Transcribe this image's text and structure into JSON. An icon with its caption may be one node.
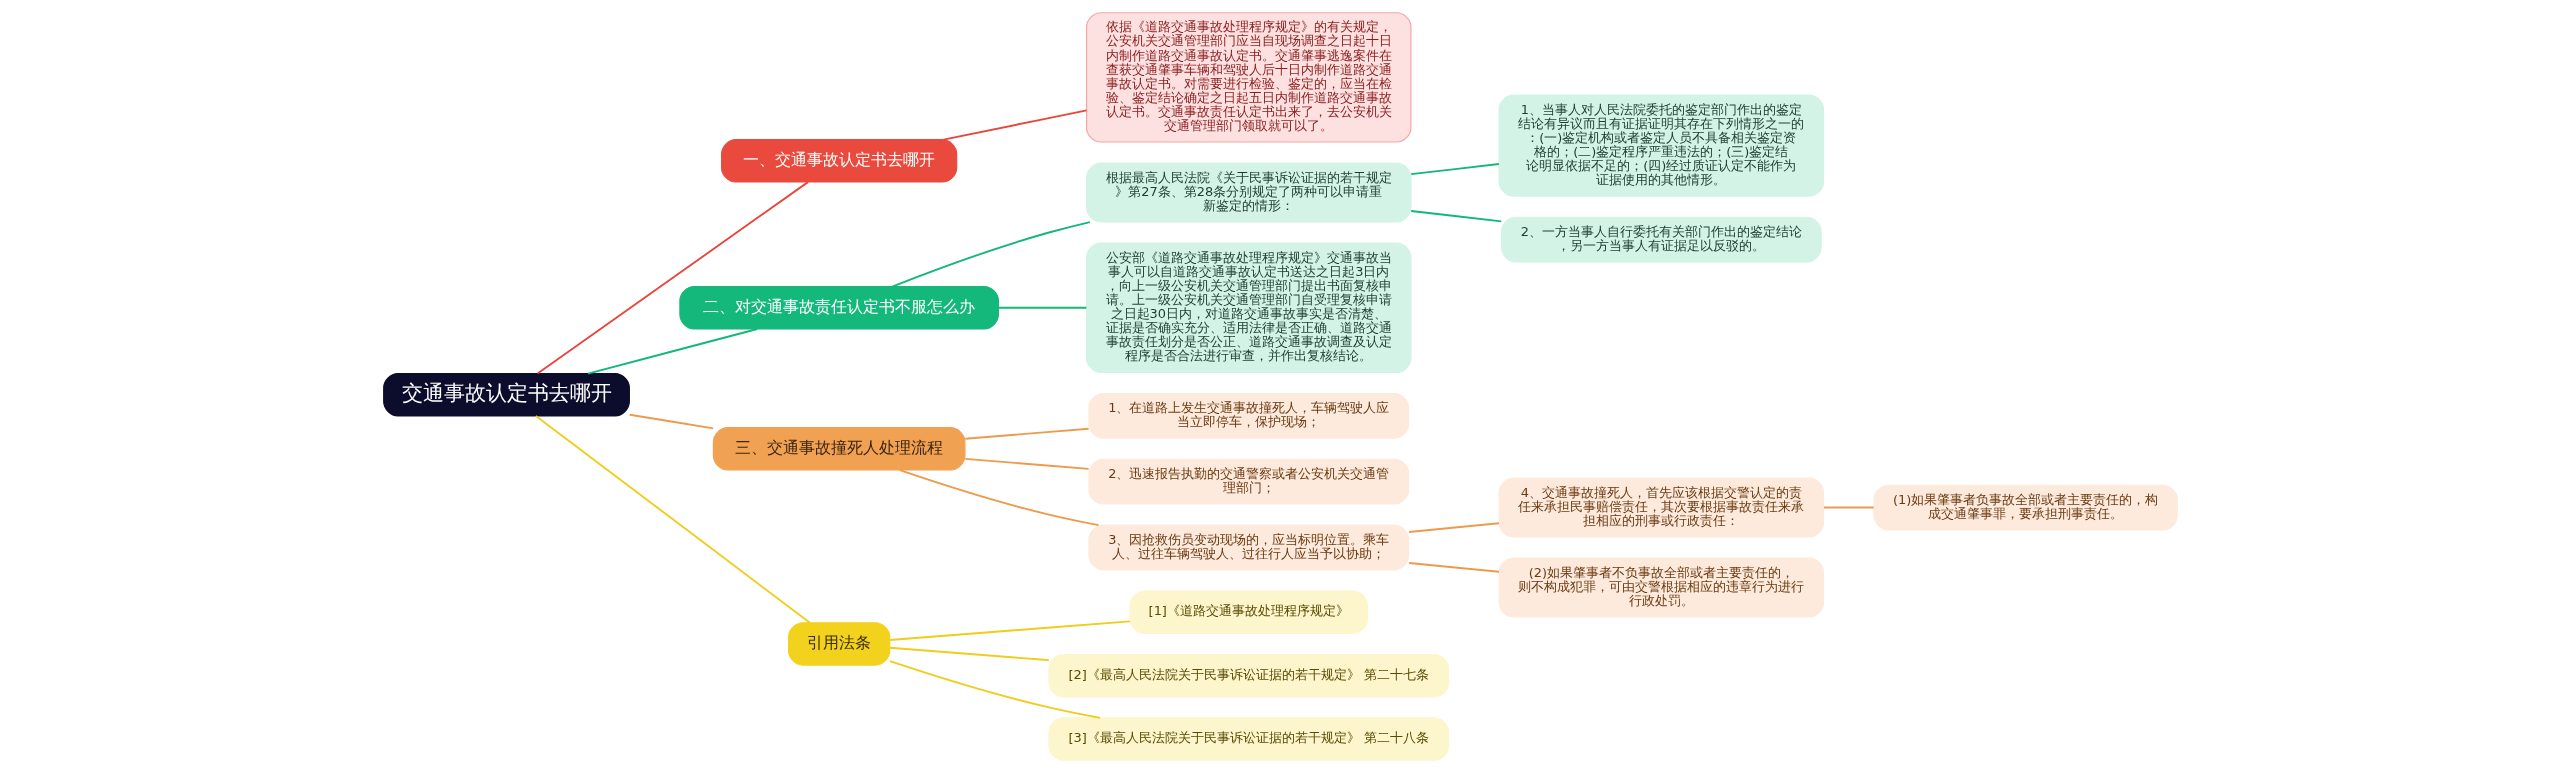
{
  "diagram": {
    "nodes": [
      {
        "text": [
          "交通事故认定书去哪开"
        ]
      },
      {
        "text": [
          "一、交通事故认定书去哪开"
        ]
      },
      {
        "text": [
          "依据《道路交通事故处理程序规定》的有关规定，公安机关交通管理部门应当自现场调查之日起十日内制作道路交通事故认定书。交通肇事逃逸案件在查获交通肇事车辆和驾驶人后十日内制作道路交通事故认定书。对需要进行检验、鉴定的，应当在检验、鉴定结论确定之日起五日内制作道路交通事故认定书。交通事故责任认定书出来了，去公安机关交通管理部门领取就可以了。"
        ]
      },
      {
        "text": [
          "二、对交通事故责任认定书不服怎么办"
        ]
      },
      {
        "text": [
          "根据最高人民法院《关于民事诉讼证据的若干规定》第27条、第28条分别规定了两种可以申请重新鉴定的情形："
        ]
      },
      {
        "text": [
          "1、当事人对人民法院委托的鉴定部门作出的鉴定结论有异议而且有证据证明其存在下列情形之一的：(一)鉴定机构或者鉴定人员不具备相关鉴定资格的；(二)鉴定程序严重违法的；(三)鉴定结论明显依据不足的；(四)经过质证认定不能作为证据使用的其他情形。"
        ]
      },
      {
        "text": [
          "2、一方当事人自行委托有关部门作出的鉴定结论，另一方当事人有证据足以反驳的。"
        ]
      },
      {
        "text": [
          "公安部《道路交通事故处理程序规定》交通事故当事人可以自道路交通事故认定书送达之日起3日内，向上一级公安机关交通管理部门提出书面复核申请。上一级公安机关交通管理部门自受理复核申请之日起30日内，对道路交通事故事实是否清楚、证据是否确实充分、适用法律是否正确、道路交通事故责任划分是否公正、道路交通事故调查及认定程序是否合法进行审查，并作出复核结论。"
        ]
      },
      {
        "text": [
          "三、交通事故撞死人处理流程"
        ]
      },
      {
        "text": [
          "1、在道路上发生交通事故撞死人，车辆驾驶人应当立即停车，保护现场；"
        ]
      },
      {
        "text": [
          "2、迅速报告执勤的交通警察或者公安机关交通管理部门；"
        ]
      },
      {
        "text": [
          "3、因抢救伤员变动现场的，应当标明位置。乘车人、过往车辆驾驶人、过往行人应当予以协助；"
        ]
      },
      {
        "text": [
          "4、交通事故撞死人，首先应该根据交警认定的责任来承担民事赔偿责任，其次要根据事故责任来承担相应的刑事或行政责任："
        ]
      },
      {
        "text": [
          "(1)如果肇事者负事故全部或者主要责任的，构成交通肇事罪，要承担刑事责任。"
        ]
      },
      {
        "text": [
          "(2)如果肇事者不负事故全部或者主要责任的，则不构成犯罪，可由交警根据相应的违章行为进行行政处罚。"
        ]
      },
      {
        "text": [
          "引用法条"
        ]
      },
      {
        "text": [
          "[1]《道路交通事故处理程序规定》"
        ]
      },
      {
        "text": [
          "[2]《最高人民法院关于民事诉讼证据的若干规定》 第二十七条"
        ]
      },
      {
        "text": [
          "[3]《最高人民法院关于民事诉讼证据的若干规定》 第二十八条"
        ]
      }
    ],
    "edges": [
      {
        "from": 0,
        "to": 1,
        "arrow": "none",
        "color": "#e8453c"
      },
      {
        "from": 1,
        "to": 2,
        "arrow": "none",
        "color": "#e8453c"
      },
      {
        "from": 0,
        "to": 3,
        "arrow": "none",
        "color": "#13b77a"
      },
      {
        "from": 3,
        "to": 4,
        "arrow": "none",
        "color": "#13b77a"
      },
      {
        "from": 4,
        "to": 5,
        "arrow": "none",
        "color": "#13b77a"
      },
      {
        "from": 4,
        "to": 6,
        "arrow": "none",
        "color": "#13b77a"
      },
      {
        "from": 3,
        "to": 7,
        "arrow": "none",
        "color": "#13b77a"
      },
      {
        "from": 0,
        "to": 8,
        "arrow": "none",
        "color": "#ee9a4d"
      },
      {
        "from": 8,
        "to": 9,
        "arrow": "none",
        "color": "#ee9a4d"
      },
      {
        "from": 8,
        "to": 10,
        "arrow": "none",
        "color": "#ee9a4d"
      },
      {
        "from": 8,
        "to": 11,
        "arrow": "none",
        "color": "#ee9a4d"
      },
      {
        "from": 11,
        "to": 12,
        "arrow": "none",
        "color": "#ee9a4d"
      },
      {
        "from": 12,
        "to": 13,
        "arrow": "none",
        "color": "#ee9a4d"
      },
      {
        "from": 11,
        "to": 14,
        "arrow": "none",
        "color": "#ee9a4d"
      },
      {
        "from": 0,
        "to": 15,
        "arrow": "none",
        "color": "#f0cc1c"
      },
      {
        "from": 15,
        "to": 16,
        "arrow": "none",
        "color": "#f0cc1c"
      },
      {
        "from": 15,
        "to": 17,
        "arrow": "none",
        "color": "#f0cc1c"
      },
      {
        "from": 15,
        "to": 18,
        "arrow": "none",
        "color": "#f0cc1c"
      }
    ]
  }
}
